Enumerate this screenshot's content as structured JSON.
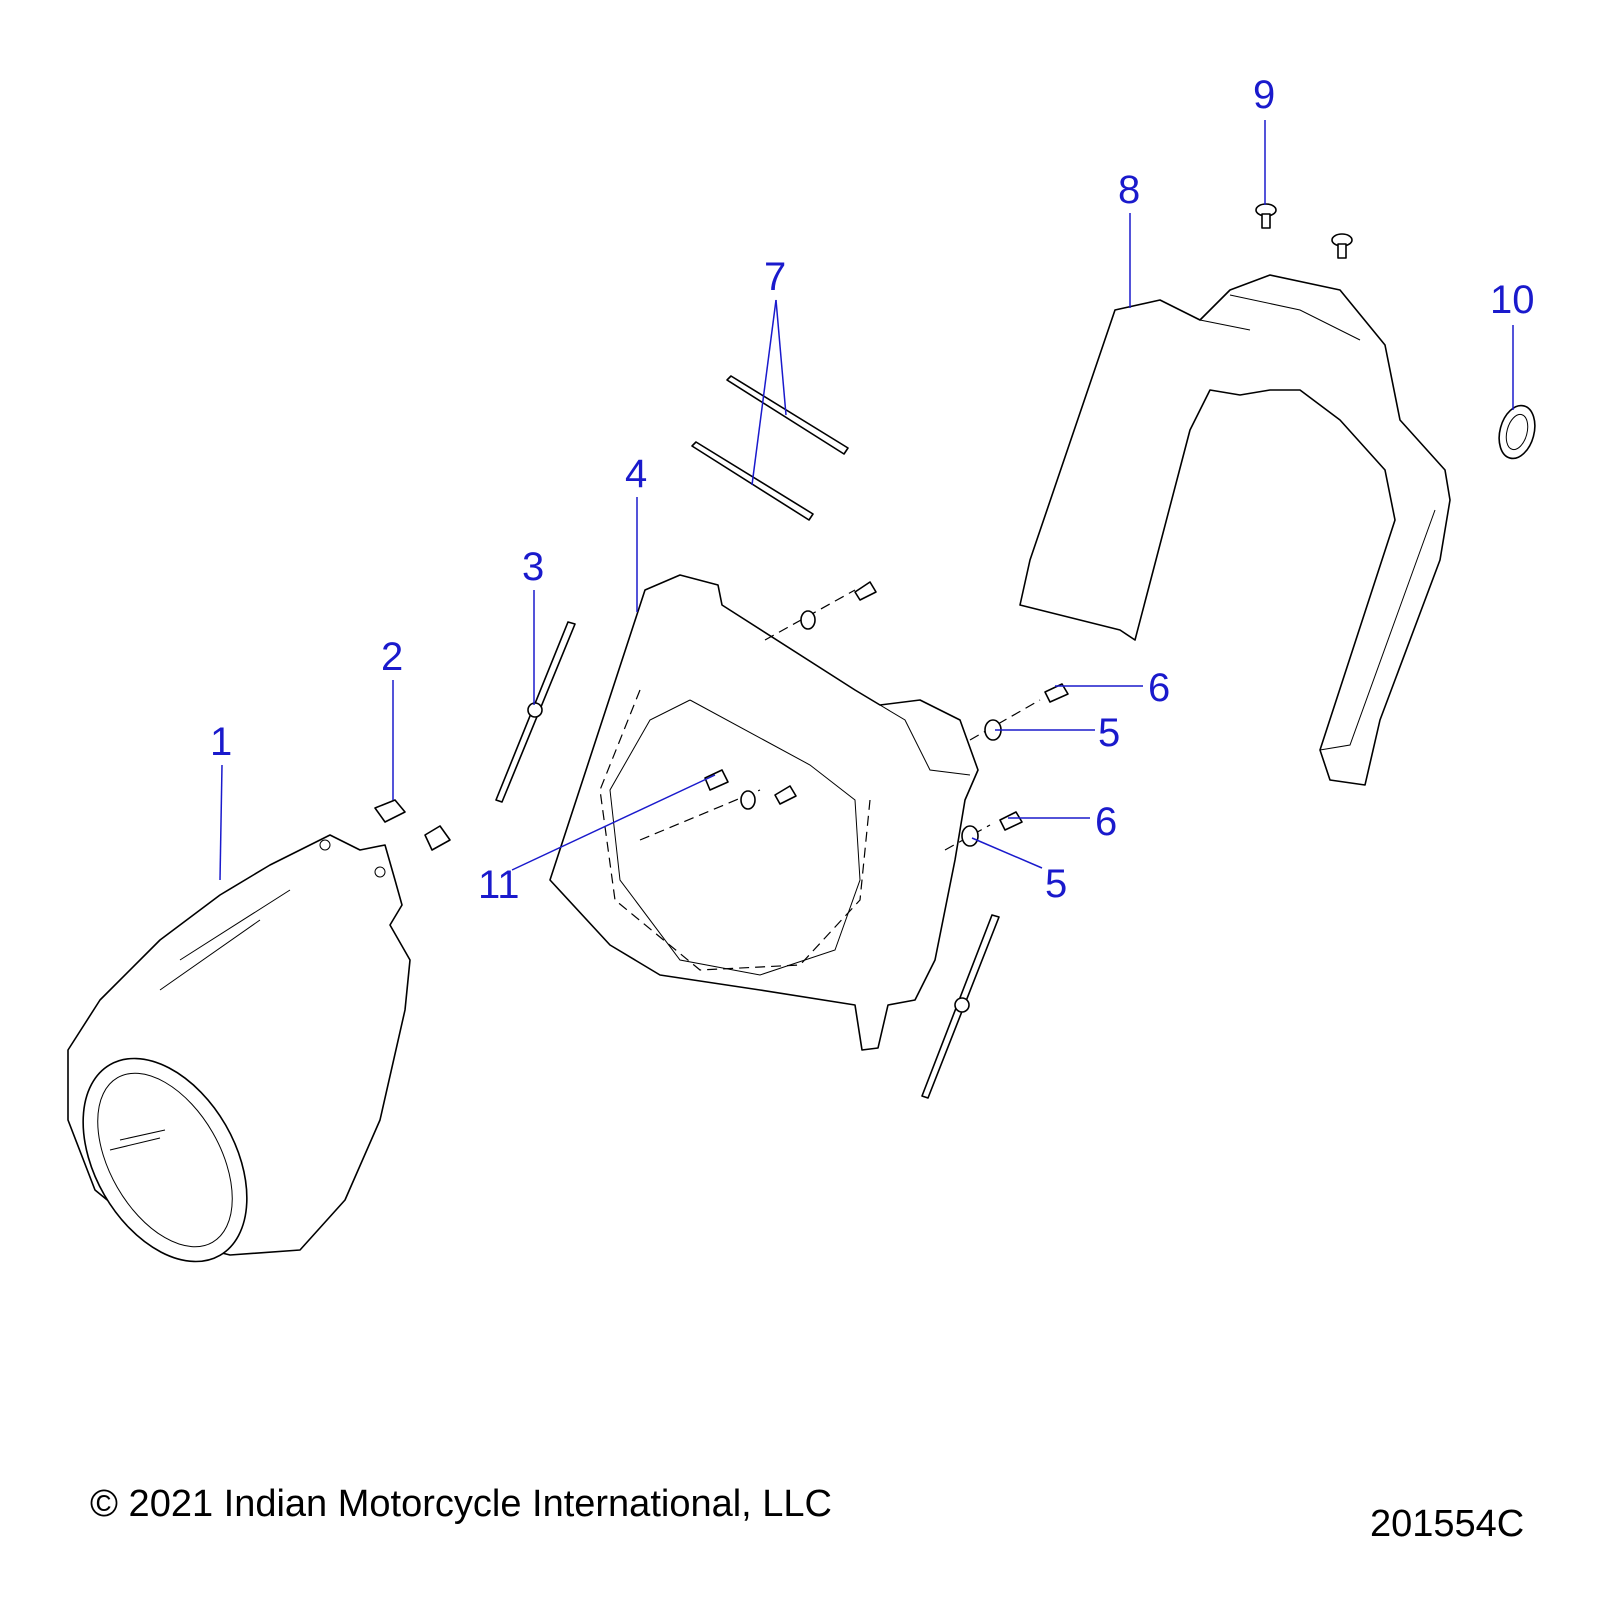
{
  "callouts": [
    {
      "id": "1",
      "label": "1"
    },
    {
      "id": "2",
      "label": "2"
    },
    {
      "id": "3",
      "label": "3"
    },
    {
      "id": "4",
      "label": "4"
    },
    {
      "id": "5a",
      "label": "5"
    },
    {
      "id": "5b",
      "label": "5"
    },
    {
      "id": "6a",
      "label": "6"
    },
    {
      "id": "6b",
      "label": "6"
    },
    {
      "id": "7",
      "label": "7"
    },
    {
      "id": "8",
      "label": "8"
    },
    {
      "id": "9",
      "label": "9"
    },
    {
      "id": "10",
      "label": "10"
    },
    {
      "id": "11",
      "label": "11"
    }
  ],
  "footer": {
    "copyright": "© 2021 Indian Motorcycle International, LLC",
    "diagram_id": "201554C"
  },
  "colors": {
    "callout": "#1a1acc",
    "line": "#000000"
  }
}
